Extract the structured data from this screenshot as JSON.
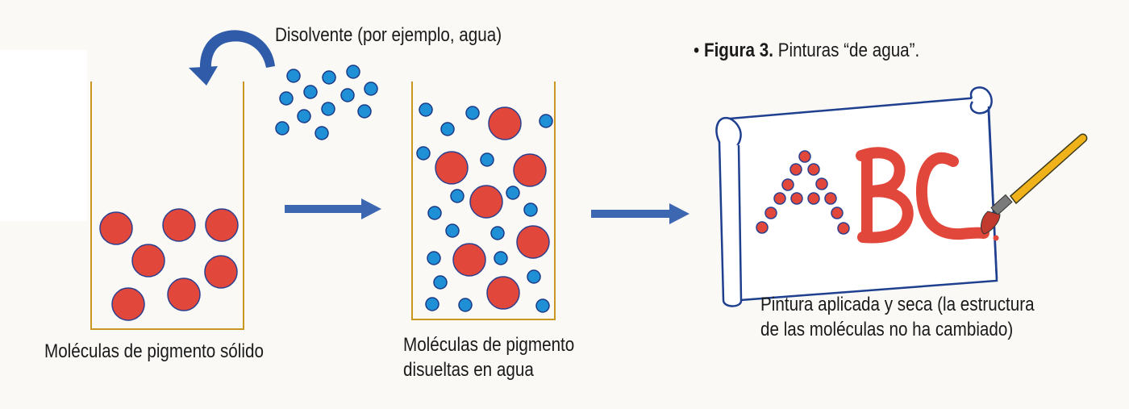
{
  "caption": {
    "prefix": "• ",
    "bold": "Figura 3.",
    "rest": " Pinturas “de agua”."
  },
  "labels": {
    "solvent": "Disolvente (por ejemplo, agua)",
    "solid": "Moléculas de pigmento sólido",
    "dissolved_line1": "Moléculas de pigmento",
    "dissolved_line2": "disueltas en agua",
    "applied_line1": "Pintura aplicada y seca (la estructura",
    "applied_line2": "de las moléculas no ha cambiado)"
  },
  "painted_text": "ABC",
  "colors": {
    "pigment": "#e2473c",
    "solvent": "#1f8fd6",
    "arrow": "#3d67b0",
    "beaker": "#c9961f",
    "scroll": "#1f3f8f",
    "brush_handle": "#f0b21a"
  }
}
